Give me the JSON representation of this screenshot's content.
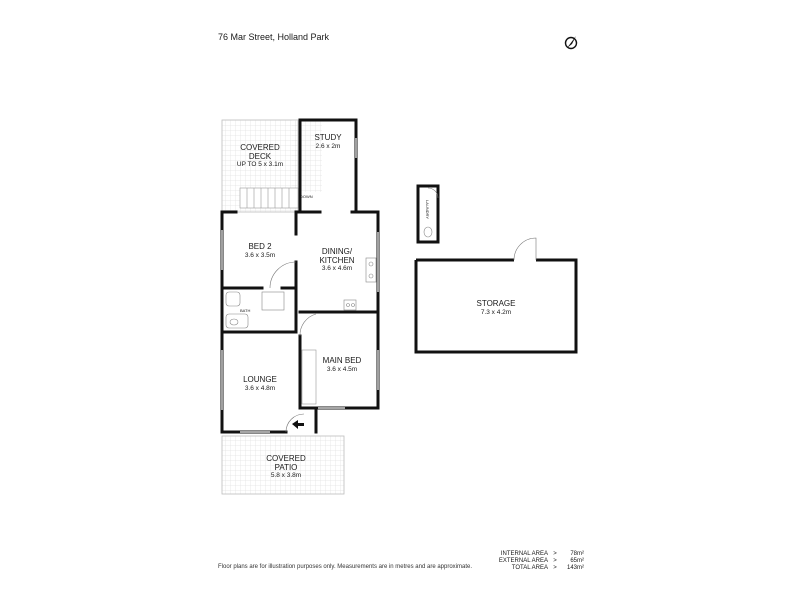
{
  "address": "76 Mar Street, Holland Park",
  "disclaimer": "Floor plans are for illustration purposes only. Measurements are in metres and are approximate.",
  "areas": [
    {
      "label": "INTERNAL AREA",
      "value": "78m²"
    },
    {
      "label": "EXTERNAL AREA",
      "value": "65m²"
    },
    {
      "label": "TOTAL AREA",
      "value": "143m²"
    }
  ],
  "area_separator": ">",
  "rooms": {
    "covered_deck": {
      "name1": "COVERED",
      "name2": "DECK",
      "dims": "UP TO 5 x 3.1m"
    },
    "study": {
      "name": "STUDY",
      "dims": "2.6 x 2m"
    },
    "bed2": {
      "name": "BED 2",
      "dims": "3.6 x 3.5m"
    },
    "dining": {
      "name1": "DINING/",
      "name2": "KITCHEN",
      "dims": "3.6 x 4.6m"
    },
    "main_bed": {
      "name": "MAIN BED",
      "dims": "3.6 x 4.5m"
    },
    "lounge": {
      "name": "LOUNGE",
      "dims": "3.6 x 4.8m"
    },
    "covered_patio": {
      "name1": "COVERED",
      "name2": "PATIO",
      "dims": "5.8 x 3.8m"
    },
    "storage": {
      "name": "STORAGE",
      "dims": "7.3 x 4.2m"
    },
    "laundry": {
      "name": "LAUNDRY"
    },
    "bath": {
      "name": "BATH"
    }
  },
  "stairs_label": "DOWN",
  "compass_icon": "compass-icon"
}
